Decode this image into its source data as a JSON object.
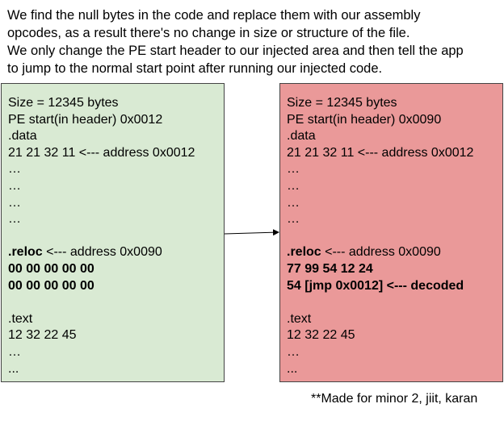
{
  "intro_lines": [
    "We find the null bytes in the code and replace them with our assembly",
    "opcodes, as a result there's no change in size or structure of the file.",
    "We only change the PE start header to our injected area and then tell the app",
    "to jump to the normal start point after running our injected code."
  ],
  "original": {
    "size": "Size = 12345 bytes",
    "pe_start": "PE start(in header) 0x0012",
    "data_label": ".data",
    "data_bytes": "21 21 32 11  <--- address 0x0012",
    "ellipsis_lines": [
      "…",
      "…",
      "…",
      "…"
    ],
    "reloc_label": ".reloc",
    "reloc_address": " <--- address 0x0090",
    "reloc_bytes": [
      "00 00 00 00 00",
      "00 00 00 00 00"
    ],
    "text_label": ".text",
    "text_bytes": "12 32 22 45",
    "tail": [
      "…",
      "..."
    ]
  },
  "modified": {
    "size": "Size = 12345 bytes",
    "pe_start": "PE start(in header) 0x0090",
    "data_label": ".data",
    "data_bytes": "21 21 32 11  <--- address 0x0012",
    "ellipsis_lines": [
      "…",
      "…",
      "…",
      "…"
    ],
    "reloc_label": ".reloc",
    "reloc_address": "  <--- address 0x0090",
    "reloc_bytes": [
      "77 99 54 12 24",
      "54 [jmp 0x0012] <--- decoded"
    ],
    "text_label": ".text",
    "text_bytes": "12 32 22 45",
    "tail": [
      "…",
      "..."
    ]
  },
  "credit": "**Made for minor 2, jiit, karan"
}
